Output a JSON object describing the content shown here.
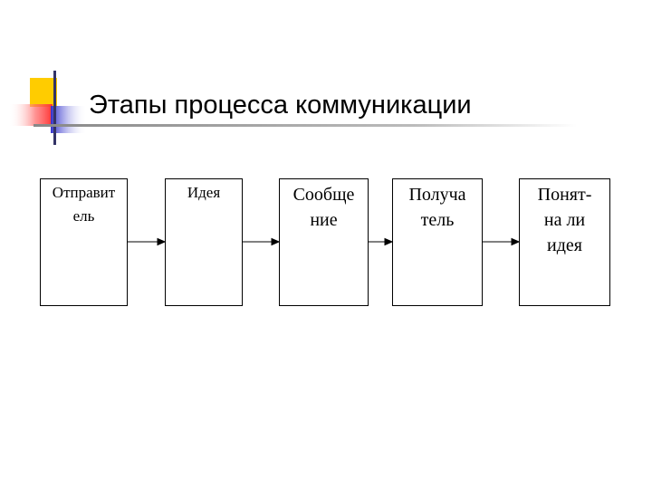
{
  "title": "Этапы процесса коммуникации",
  "stages": [
    {
      "lines": [
        "Отправит",
        "ель"
      ]
    },
    {
      "lines": [
        "Идея"
      ]
    },
    {
      "lines": [
        "Сообще",
        "ние"
      ]
    },
    {
      "lines": [
        "Получа",
        "тель"
      ]
    },
    {
      "lines": [
        "Понят-",
        "на ли",
        "идея"
      ]
    }
  ],
  "colors": {
    "accent_yellow": "#ffcc00",
    "accent_red": "#ff3333",
    "accent_blue": "#3333cc"
  }
}
